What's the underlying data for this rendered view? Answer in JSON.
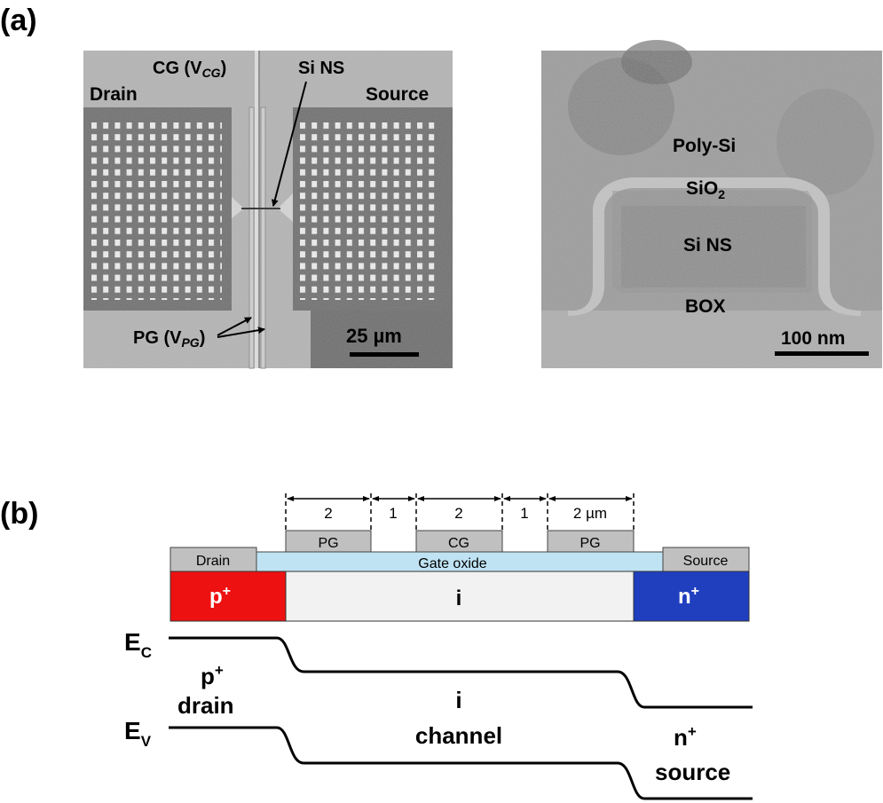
{
  "panel_a": {
    "label": "(a)",
    "sem": {
      "cg_label": "CG (V",
      "cg_sub": "CG",
      "cg_close": ")",
      "drain": "Drain",
      "source": "Source",
      "si_ns": "Si NS",
      "pg_label": "PG (V",
      "pg_sub": "PG",
      "pg_close": ")",
      "scale": "25 µm"
    },
    "tem": {
      "poly_si": "Poly-Si",
      "sio2": "SiO",
      "sio2_sub": "2",
      "si_ns": "Si NS",
      "box": "BOX",
      "scale": "100 nm"
    }
  },
  "panel_b": {
    "label": "(b)",
    "dimensions": [
      "2",
      "1",
      "2",
      "1",
      "2 µm"
    ],
    "gates": [
      "PG",
      "CG",
      "PG"
    ],
    "drain_contact": "Drain",
    "source_contact": "Source",
    "gate_oxide": "Gate oxide",
    "regions": {
      "p": "p",
      "p_sup": "+",
      "i": "i",
      "n": "n",
      "n_sup": "+"
    },
    "band": {
      "ec": "E",
      "ec_sub": "C",
      "ev": "E",
      "ev_sub": "V",
      "drain_line1_base": "p",
      "drain_line1_sup": "+",
      "drain_line2": "drain",
      "channel_line1": "i",
      "channel_line2": "channel",
      "source_line1_base": "n",
      "source_line1_sup": "+",
      "source_line2": "source"
    },
    "colors": {
      "p_region": "#ee1111",
      "n_region": "#1f3fbf",
      "i_region": "#f2f2f2",
      "gate_oxide": "#bfe3f2",
      "gate": "#c0c0c0"
    }
  }
}
